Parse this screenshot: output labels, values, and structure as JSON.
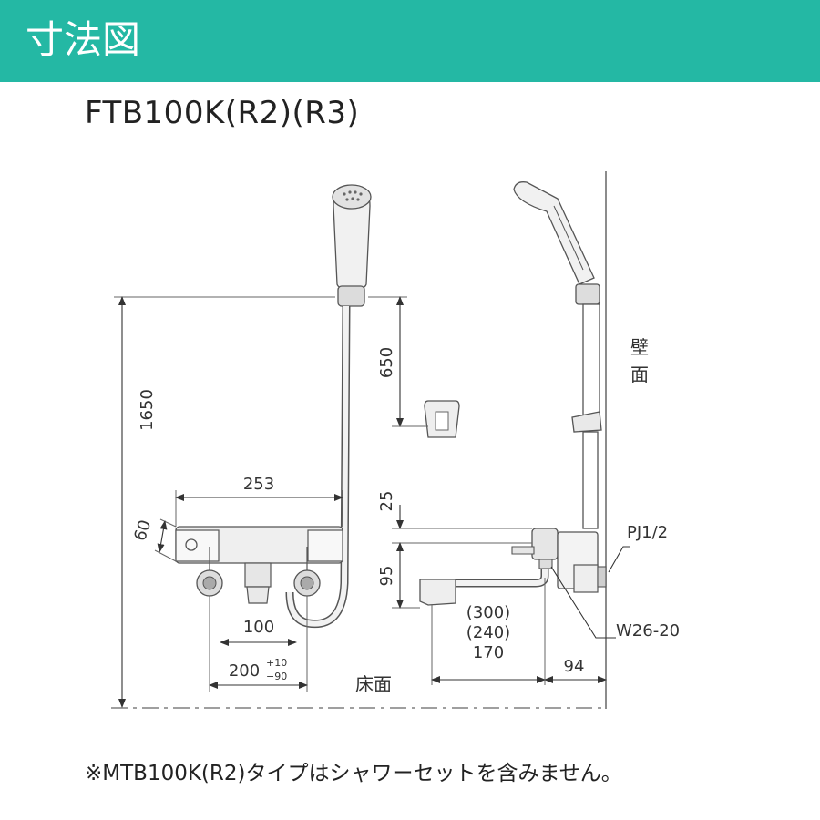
{
  "header": {
    "title": "寸法図",
    "bg_color": "#24b8a4"
  },
  "model": "FTB100K(R2)(R3)",
  "dimensions": {
    "total_height": "1650",
    "hook_drop": "650",
    "width_253": "253",
    "depth_60": "60",
    "spout_25": "25",
    "spout_95": "95",
    "pitch_100": "100",
    "pitch_200": "200",
    "tol_plus": "+10",
    "tol_minus": "−90",
    "reach_300": "(300)",
    "reach_240": "(240)",
    "reach_170": "170",
    "wall_94": "94",
    "thread_pj": "PJ1/2",
    "thread_w": "W26-20"
  },
  "labels": {
    "wall_1": "壁",
    "wall_2": "面",
    "floor": "床面"
  },
  "note": "※MTB100K(R2)タイプはシャワーセットを含みません。"
}
